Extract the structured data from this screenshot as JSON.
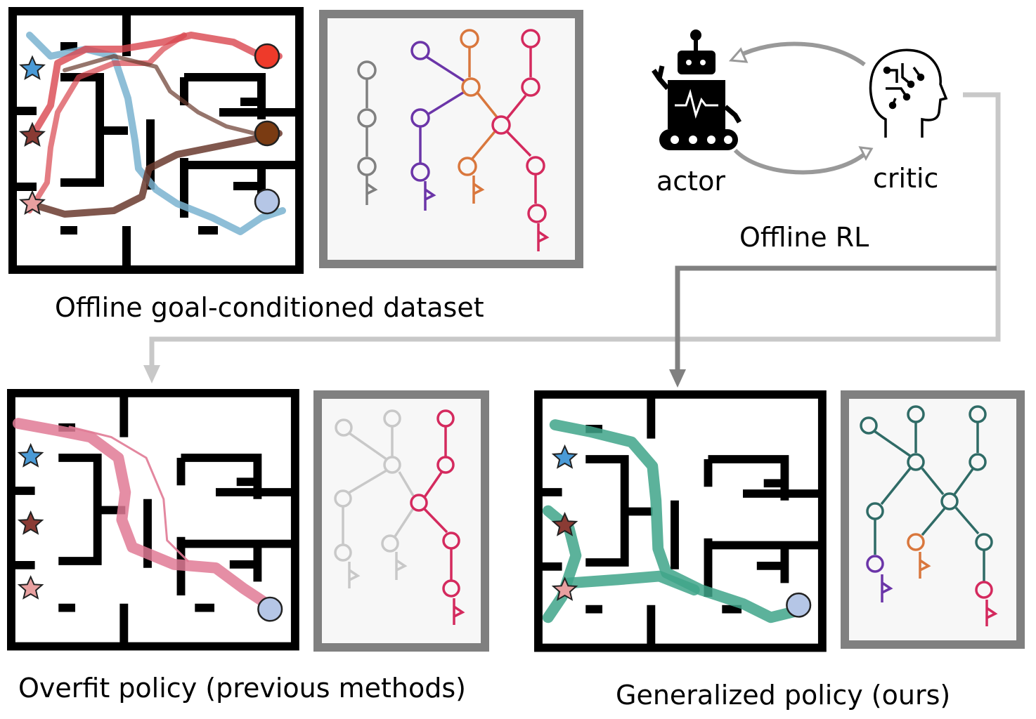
{
  "labels": {
    "dataset": "Offline goal-conditioned dataset",
    "overfit": "Overfit policy (previous methods)",
    "generalized": "Generalized policy (ours)",
    "offline_rl": "Offline RL",
    "actor": "actor",
    "critic": "critic"
  },
  "colors": {
    "maze_wall": "#000000",
    "panel_border": "#808080",
    "panel_fill": "#f7f7f7",
    "arrow_dark": "#808080",
    "arrow_light": "#c8c8c8",
    "traj_blue": "#7ab3d0",
    "traj_red": "#d9464f",
    "traj_brown": "#6a3a2e",
    "traj_pink": "#e07a95",
    "traj_green": "#3fa58a",
    "graph_gray": "#808080",
    "graph_faded": "#c8c8c8",
    "graph_purple": "#6b35a8",
    "graph_orange": "#d9773d",
    "graph_crimson": "#d42a5e",
    "graph_teal": "#2f6b66",
    "goal_red": "#ee3a2a",
    "goal_brown": "#7a3b12",
    "goal_light_blue": "#b5c6e6",
    "star_blue": "#4a9ad6",
    "star_brown": "#8a3b34",
    "star_pink": "#e8a0a0"
  },
  "icons": [
    "star-icon",
    "goal-circle-icon",
    "flag-icon",
    "robot-icon",
    "brain-icon"
  ]
}
